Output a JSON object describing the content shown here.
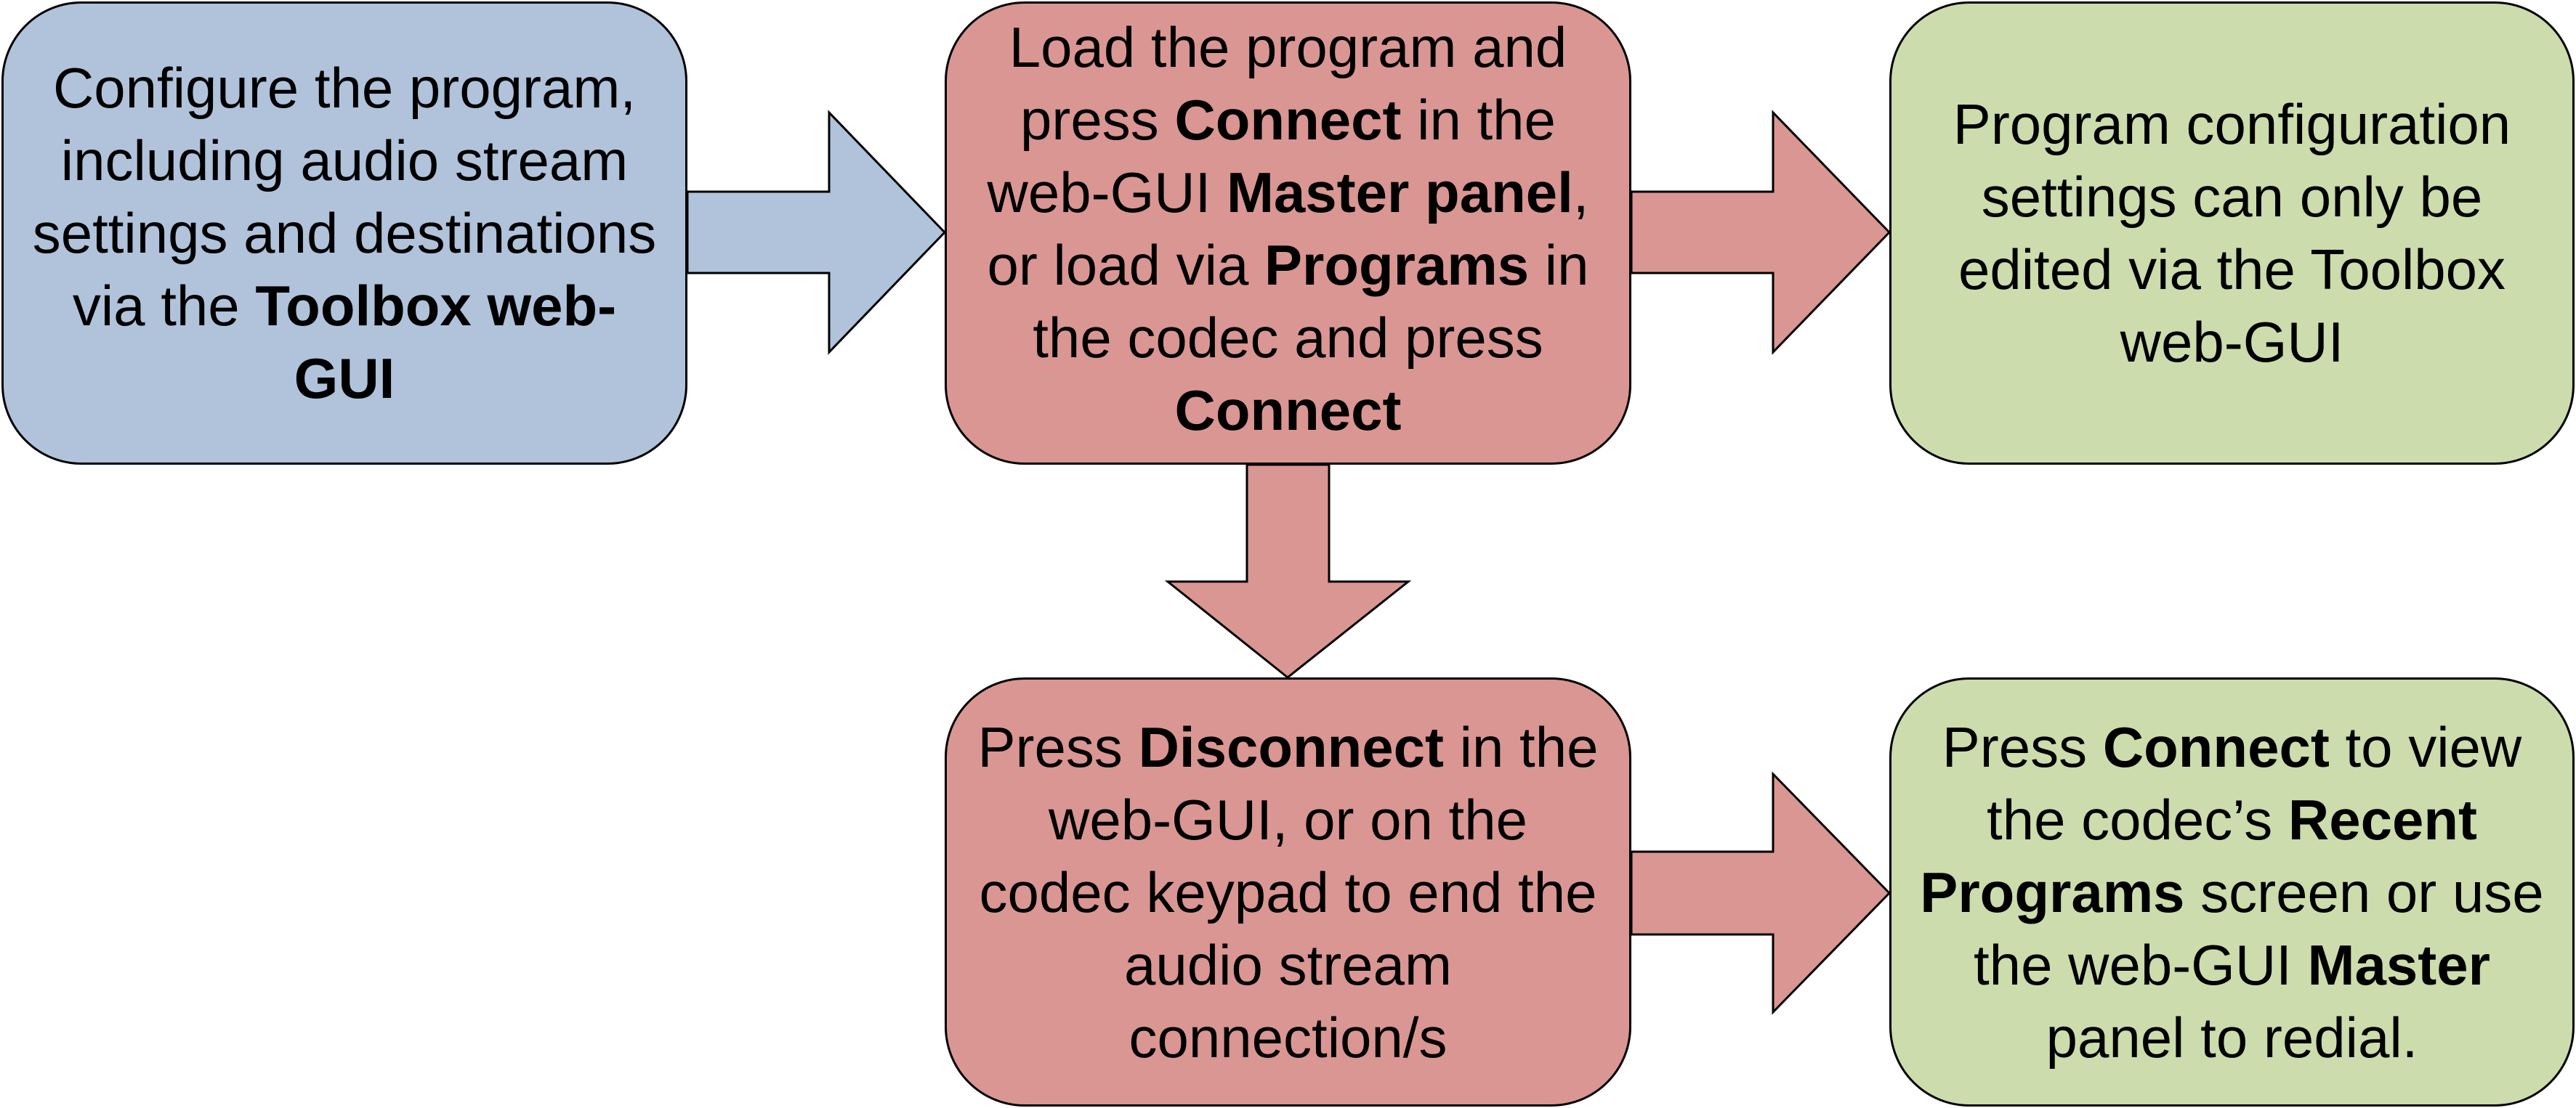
{
  "colors": {
    "blue": "#b0c3db",
    "red": "#da9693",
    "green": "#ccdcac",
    "stroke": "#000000"
  },
  "boxes": {
    "configure": {
      "segments": [
        {
          "text": "Configure the program, including audio stream settings and destinations via the ",
          "bold": false
        },
        {
          "text": "Toolbox web-GUI",
          "bold": true
        }
      ]
    },
    "load": {
      "segments": [
        {
          "text": "Load the program and press ",
          "bold": false
        },
        {
          "text": "Connect",
          "bold": true
        },
        {
          "text": " in the web-GUI ",
          "bold": false
        },
        {
          "text": "Master panel",
          "bold": true
        },
        {
          "text": ", or load via ",
          "bold": false
        },
        {
          "text": "Programs",
          "bold": true
        },
        {
          "text": " in the codec and press ",
          "bold": false
        },
        {
          "text": "Connect",
          "bold": true
        }
      ]
    },
    "edit": {
      "segments": [
        {
          "text": "Program configuration settings can only be edited via the Toolbox web-GUI",
          "bold": false
        }
      ]
    },
    "disconnect": {
      "segments": [
        {
          "text": "Press ",
          "bold": false
        },
        {
          "text": "Disconnect",
          "bold": true
        },
        {
          "text": " in the web-GUI, or on the codec keypad to end the audio stream connection/s",
          "bold": false
        }
      ]
    },
    "redial": {
      "segments": [
        {
          "text": "Press ",
          "bold": false
        },
        {
          "text": "Connect",
          "bold": true
        },
        {
          "text": " to view the codec’s ",
          "bold": false
        },
        {
          "text": "Recent Programs",
          "bold": true
        },
        {
          "text": "  screen or use the web-GUI ",
          "bold": false
        },
        {
          "text": "Master",
          "bold": true
        },
        {
          "text": " panel to redial.",
          "bold": false
        }
      ]
    }
  },
  "arrows": [
    {
      "from": "configure",
      "to": "load",
      "direction": "right",
      "color": "blue"
    },
    {
      "from": "load",
      "to": "edit",
      "direction": "right",
      "color": "red"
    },
    {
      "from": "load",
      "to": "disconnect",
      "direction": "down",
      "color": "red"
    },
    {
      "from": "disconnect",
      "to": "redial",
      "direction": "right",
      "color": "red"
    }
  ]
}
